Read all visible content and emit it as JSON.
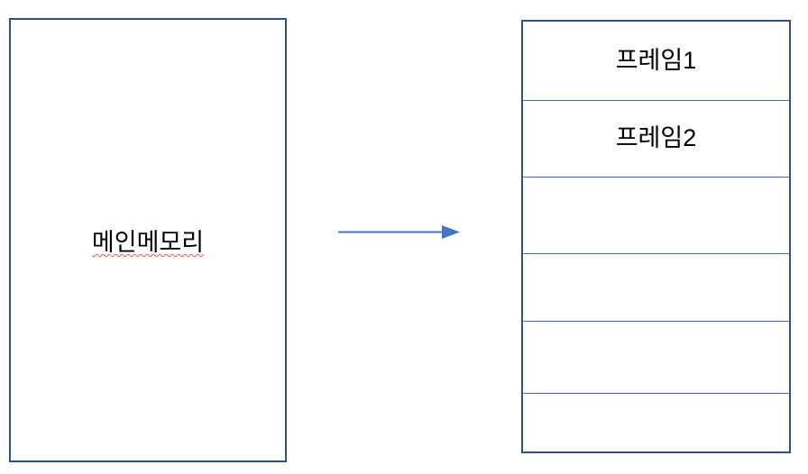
{
  "diagram": {
    "title_text": "",
    "colors": {
      "box_border": "#2E5288",
      "row_divider": "#4372B5",
      "arrow": "#4472C4",
      "spellcheck_underline": "#ED5B5B",
      "text": "#000000",
      "background": "#FFFFFF"
    },
    "memory_block": {
      "label": "메인메모리",
      "spellcheck_flagged": true
    },
    "arrow": {
      "direction": "right",
      "from": "메인메모리",
      "to": "프레임 테이블"
    },
    "frame_table": {
      "rows": [
        {
          "label": "프레임1"
        },
        {
          "label": "프레임2"
        },
        {
          "label": ""
        },
        {
          "label": ""
        },
        {
          "label": ""
        },
        {
          "label": ""
        }
      ]
    }
  }
}
